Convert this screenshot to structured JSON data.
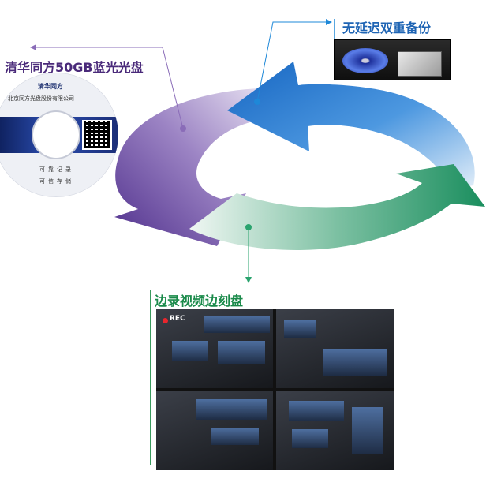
{
  "labels": {
    "purple": "清华同方50GB蓝光光盘",
    "blue": "无延迟双重备份",
    "green": "边录视频边刻盘"
  },
  "disc": {
    "logo": "清华同方",
    "company": "北京同方光盘股份有限公司",
    "line1": "可靠记录",
    "line2": "可信存储"
  },
  "video": {
    "rec": "REC"
  },
  "colors": {
    "purple": "#5b3e9a",
    "blue": "#2a7cd0",
    "green": "#2a9a6a"
  }
}
